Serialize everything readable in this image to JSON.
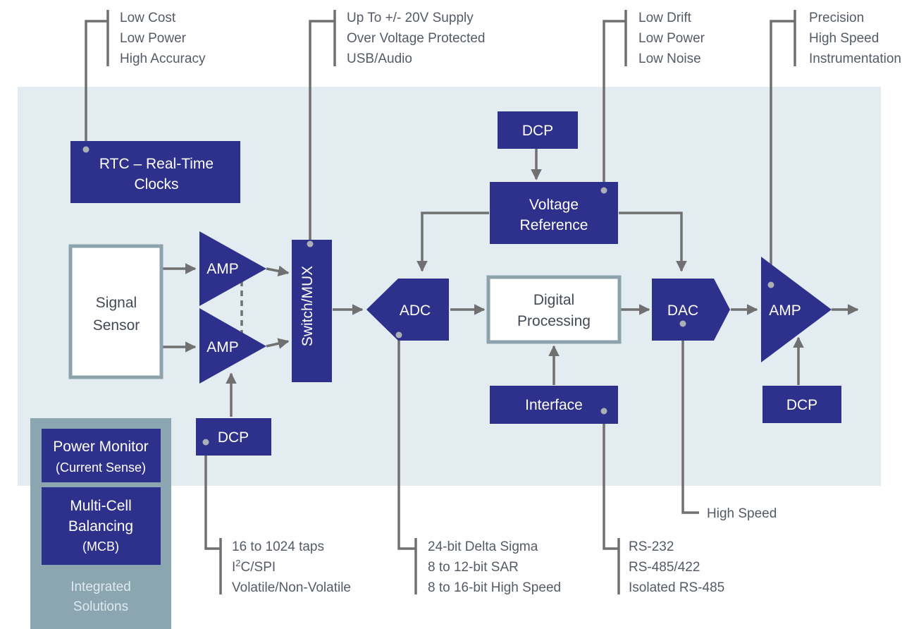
{
  "callouts": {
    "rtc": [
      "Low Cost",
      "Low Power",
      "High Accuracy"
    ],
    "switch": [
      "Up To +/- 20V Supply",
      "Over Voltage Protected",
      "USB/Audio"
    ],
    "vref": [
      "Low Drift",
      "Low Power",
      "Low Noise"
    ],
    "amp_out": [
      "Precision",
      "High Speed",
      "Instrumentation"
    ],
    "dcp": {
      "line1": "16 to 1024 taps",
      "line2_pre": "I",
      "line2_sup": "2",
      "line2_post": "C/SPI",
      "line3": "Volatile/Non-Volatile"
    },
    "adc": [
      "24-bit Delta Sigma",
      "8 to 12-bit SAR",
      "8 to 16-bit High Speed"
    ],
    "interface": [
      "RS-232",
      "RS-485/422",
      "Isolated RS-485"
    ],
    "dac": "High Speed"
  },
  "blocks": {
    "rtc": [
      "RTC – Real-Time",
      "Clocks"
    ],
    "signal_sensor": [
      "Signal",
      "Sensor"
    ],
    "amp": "AMP",
    "dcp": "DCP",
    "switch_mux": "Switch/MUX",
    "adc": "ADC",
    "voltage_reference": [
      "Voltage",
      "Reference"
    ],
    "digital_processing": [
      "Digital",
      "Processing"
    ],
    "interface": "Interface",
    "dac": "DAC"
  },
  "integrated": {
    "power_monitor": [
      "Power Monitor",
      "(Current Sense)"
    ],
    "mcb": [
      "Multi-Cell",
      "Balancing",
      "(MCB)"
    ],
    "title": [
      "Integrated",
      "Solutions"
    ]
  },
  "colors": {
    "block": "#2e318c",
    "panel": "#e3ecf1",
    "integrated_panel": "#8ba6b1",
    "wire": "#707070",
    "outline": "#8ca3ad"
  }
}
